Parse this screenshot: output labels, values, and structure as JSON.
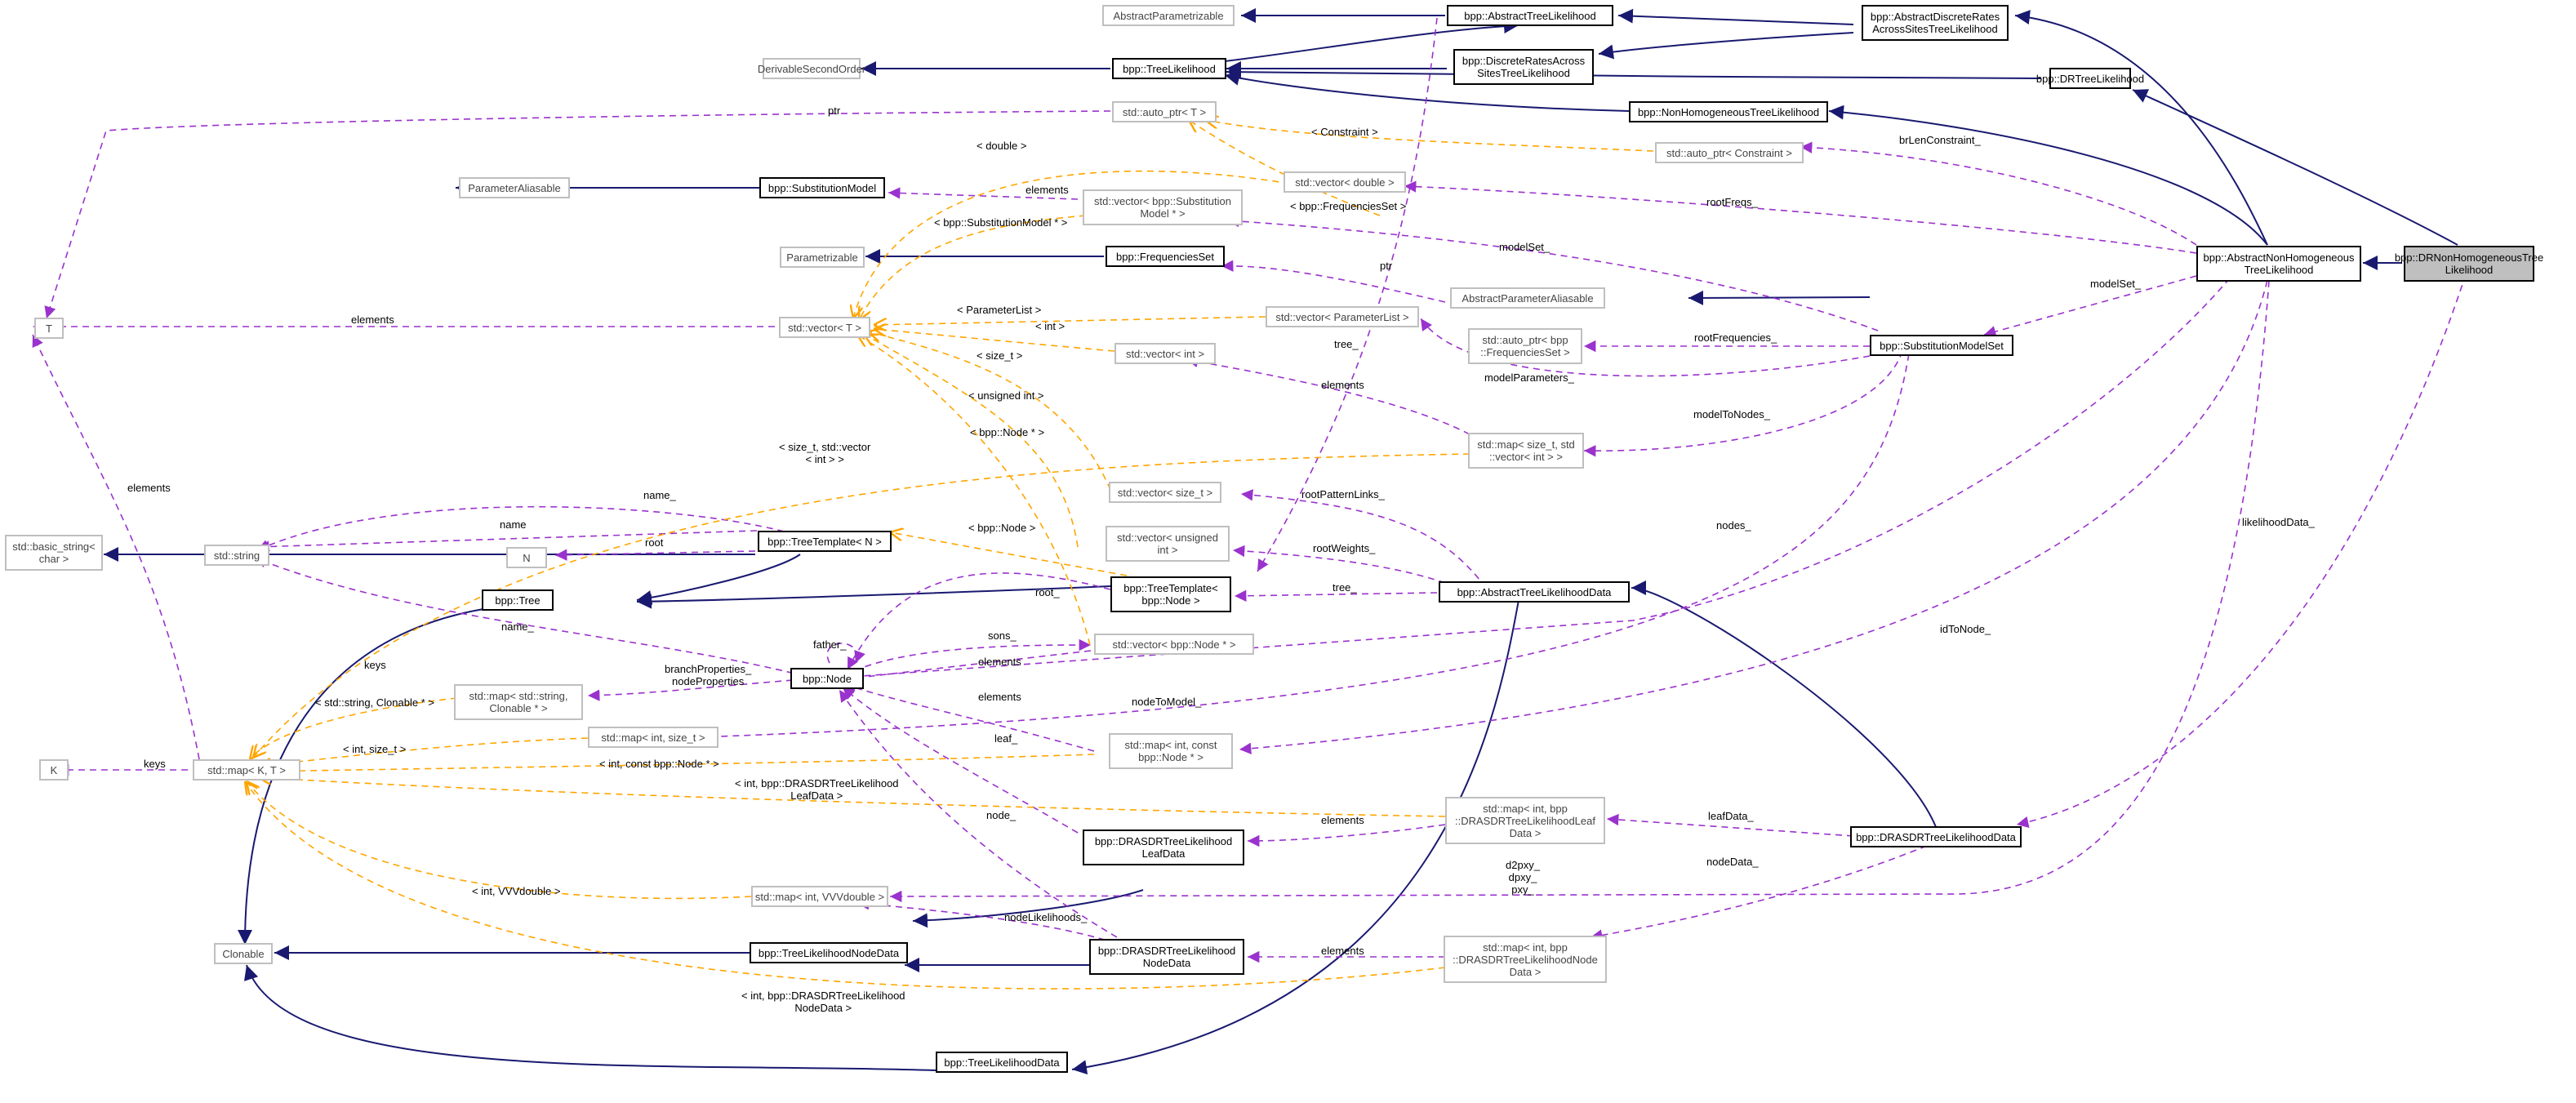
{
  "title": "bpp::DRNonHomogeneousTreeLikelihood",
  "colors": {
    "inheritance": "#191970",
    "usage": "#9a32cd",
    "template": "#ffa500",
    "external_border": "#bfbfbf",
    "self_fill": "#bfbfbf"
  },
  "nodes": {
    "abstract_parametrizable": "AbstractParametrizable",
    "bpp_abstract_tree_likelihood": "bpp::AbstractTreeLikelihood",
    "bpp_abstract_discrete_rates": "bpp::AbstractDiscreteRates\nAcrossSitesTreeLikelihood",
    "derivable_second_order": "DerivableSecondOrder",
    "bpp_tree_likelihood": "bpp::TreeLikelihood",
    "bpp_discrete_rates_across": "bpp::DiscreteRatesAcross\nSitesTreeLikelihood",
    "bpp_dr_tree_likelihood": "bpp::DRTreeLikelihood",
    "bpp_non_homogeneous_tree_likelihood": "bpp::NonHomogeneousTreeLikelihood",
    "auto_ptr_t": "std::auto_ptr< T >",
    "auto_ptr_constraint": "std::auto_ptr< Constraint >",
    "vector_double": "std::vector< double >",
    "parameter_aliasable": "ParameterAliasable",
    "bpp_substitution_model": "bpp::SubstitutionModel",
    "vector_substitution_model": "std::vector< bpp::Substitution\nModel * >",
    "parametrizable": "Parametrizable",
    "bpp_frequencies_set": "bpp::FrequenciesSet",
    "bpp_abstract_non_homogeneous": "bpp::AbstractNonHomogeneous\nTreeLikelihood",
    "bpp_dr_non_homogeneous": "bpp::DRNonHomogeneousTree\nLikelihood",
    "abstract_parameter_aliasable": "AbstractParameterAliasable",
    "t": "T",
    "vector_t": "std::vector< T >",
    "vector_parameter_list": "std::vector< ParameterList >",
    "auto_ptr_frequencies_set": "std::auto_ptr< bpp\n::FrequenciesSet >",
    "bpp_substitution_model_set": "bpp::SubstitutionModelSet",
    "vector_int": "std::vector< int >",
    "map_size_t_vector": "std::map< size_t, std\n::vector< int > >",
    "vector_size_t": "std::vector< size_t >",
    "basic_string": "std::basic_string<\nchar >",
    "std_string": "std::string",
    "bpp_tree_template_n": "bpp::TreeTemplate< N >",
    "n": "N",
    "vector_unsigned_int": "std::vector< unsigned\nint >",
    "bpp_tree": "bpp::Tree",
    "bpp_tree_template_node": "bpp::TreeTemplate<\nbpp::Node >",
    "bpp_abstract_tree_likelihood_data": "bpp::AbstractTreeLikelihoodData",
    "bpp_node": "bpp::Node",
    "vector_node_ptr": "std::vector< bpp::Node * >",
    "map_string_clonable": "std::map< std::string,\nClonable * >",
    "map_int_size_t": "std::map< int, size_t >",
    "k": "K",
    "map_k_t": "std::map< K, T >",
    "map_int_const_node": "std::map< int, const\nbpp::Node * >",
    "map_int_leaf_data": "std::map< int, bpp\n::DRASDRTreeLikelihoodLeaf\nData >",
    "bpp_drasdr_leaf_data": "bpp::DRASDRTreeLikelihood\nLeafData",
    "bpp_drasdr_data": "bpp::DRASDRTreeLikelihoodData",
    "map_int_vvvdouble": "std::map< int, VVVdouble >",
    "clonable": "Clonable",
    "bpp_tree_likelihood_node_data": "bpp::TreeLikelihoodNodeData",
    "bpp_drasdr_node_data": "bpp::DRASDRTreeLikelihood\nNodeData",
    "map_int_node_data": "std::map< int, bpp\n::DRASDRTreeLikelihoodNode\nData >",
    "bpp_tree_likelihood_data": "bpp::TreeLikelihoodData"
  },
  "edge_labels": {
    "ptr_1": "ptr",
    "constraint": "< Constraint >",
    "br_len_constraint": "brLenConstraint_",
    "double": "< double >",
    "elements_1": "elements",
    "freq_set": "< bpp::FrequenciesSet >",
    "root_freqs": "rootFreqs_",
    "subst_model_ptr": "< bpp::SubstitutionModel * >",
    "model_set_1": "modelSet_",
    "ptr_2": "ptr",
    "model_set_2": "modelSet_",
    "elements_2": "elements",
    "parameter_list": "< ParameterList >",
    "root_frequencies": "rootFrequencies_",
    "int": "< int >",
    "size_t": "< size_t >",
    "tree_1": "tree_",
    "model_parameters": "modelParameters_",
    "elements_3": "elements",
    "unsigned_int": "< unsigned int >",
    "model_to_nodes": "modelToNodes_",
    "node_ptr": "< bpp::Node * >",
    "size_t_vector": "< size_t, std::vector\n< int > >",
    "elements_4": "elements",
    "name_1": "name_",
    "name_2": "name",
    "root_1": "root",
    "bpp_node_tpl": "< bpp::Node >",
    "root_pattern_links": "rootPatternLinks_",
    "nodes": "nodes_",
    "likelihood_data": "likelihoodData_",
    "root_weights": "rootWeights_",
    "root_2": "root_",
    "tree_2": "tree_",
    "name_3": "name_",
    "father": "father_",
    "sons": "sons_",
    "keys_1": "keys",
    "elements_5": "elements",
    "id_to_node": "idToNode_",
    "branch_properties": "branchProperties_\nnodeProperties",
    "string_clonable": "< std::string, Clonable * >",
    "elements_6": "elements",
    "node_to_model": "nodeToModel_",
    "int_size_t": "< int, size_t >",
    "keys_2": "keys",
    "int_const_node": "< int, const bpp::Node * >",
    "leaf": "leaf_",
    "int_leaf_data": "< int, bpp::DRASDRTreeLikelihood\nLeafData >",
    "elements_7": "elements",
    "leaf_data": "leafData_",
    "node_1": "node_",
    "node_data": "nodeData_",
    "int_vvvdouble": "< int, VVVdouble >",
    "d2pxy": "d2pxy_\ndpxy_\npxy_",
    "node_likelihoods": "nodeLikelihoods_",
    "elements_8": "elements",
    "int_node_data": "< int, bpp::DRASDRTreeLikelihood\nNodeData >"
  }
}
